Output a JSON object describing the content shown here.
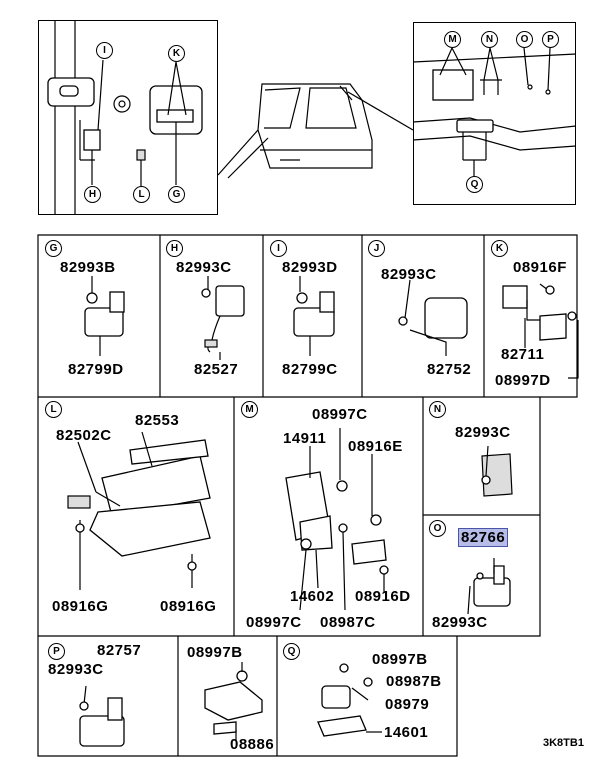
{
  "overview": {
    "left_callouts": [
      "I",
      "K",
      "H",
      "L",
      "G"
    ],
    "right_callouts": [
      "M",
      "N",
      "O",
      "P",
      "Q"
    ]
  },
  "panels": {
    "G": {
      "letter": "G",
      "parts": [
        "82993B",
        "82799D"
      ]
    },
    "H": {
      "letter": "H",
      "parts": [
        "82993C",
        "82527"
      ]
    },
    "I": {
      "letter": "I",
      "parts": [
        "82993D",
        "82799C"
      ]
    },
    "J": {
      "letter": "J",
      "parts": [
        "82993C",
        "82752"
      ]
    },
    "K": {
      "letter": "K",
      "parts": [
        "08916F",
        "82711",
        "08997D"
      ]
    },
    "L": {
      "letter": "L",
      "parts": [
        "82502C",
        "82553",
        "08916G",
        "08916G"
      ]
    },
    "M": {
      "letter": "M",
      "parts": [
        "08997C",
        "14911",
        "08916E",
        "14602",
        "08916D",
        "08997C",
        "08987C"
      ]
    },
    "N": {
      "letter": "N",
      "parts": [
        "82993C"
      ]
    },
    "O": {
      "letter": "O",
      "parts": [
        "82766",
        "82993C"
      ],
      "highlighted": "82766"
    },
    "P": {
      "letter": "P",
      "parts": [
        "82757",
        "82993C"
      ]
    },
    "U": {
      "parts": [
        "08997B",
        "08886"
      ]
    },
    "Q": {
      "letter": "Q",
      "parts": [
        "08997B",
        "08987B",
        "08979",
        "14601"
      ]
    }
  },
  "diagram_code": "3K8TB1"
}
